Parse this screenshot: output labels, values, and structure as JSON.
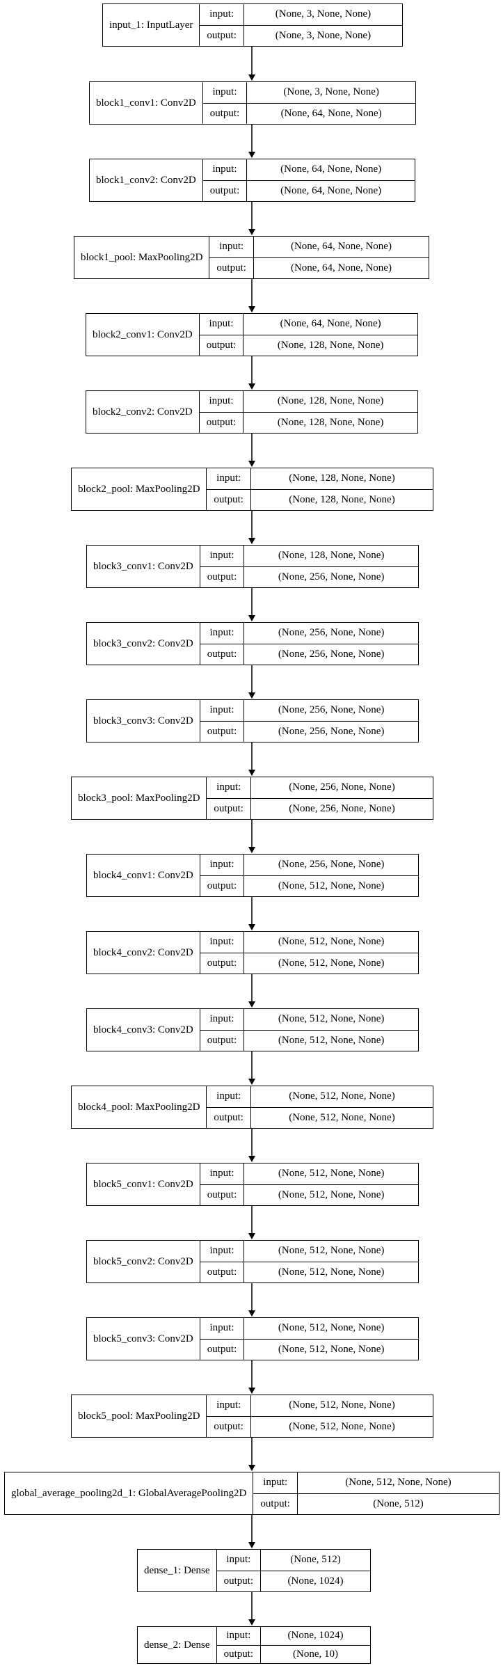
{
  "labels": {
    "input": "input:",
    "output": "output:"
  },
  "layers": [
    {
      "name": "input_1: InputLayer",
      "input": "(None, 3, None, None)",
      "output": "(None, 3, None, None)"
    },
    {
      "name": "block1_conv1: Conv2D",
      "input": "(None, 3, None, None)",
      "output": "(None, 64, None, None)"
    },
    {
      "name": "block1_conv2: Conv2D",
      "input": "(None, 64, None, None)",
      "output": "(None, 64, None, None)"
    },
    {
      "name": "block1_pool: MaxPooling2D",
      "input": "(None, 64, None, None)",
      "output": "(None, 64, None, None)"
    },
    {
      "name": "block2_conv1: Conv2D",
      "input": "(None, 64, None, None)",
      "output": "(None, 128, None, None)"
    },
    {
      "name": "block2_conv2: Conv2D",
      "input": "(None, 128, None, None)",
      "output": "(None, 128, None, None)"
    },
    {
      "name": "block2_pool: MaxPooling2D",
      "input": "(None, 128, None, None)",
      "output": "(None, 128, None, None)"
    },
    {
      "name": "block3_conv1: Conv2D",
      "input": "(None, 128, None, None)",
      "output": "(None, 256, None, None)"
    },
    {
      "name": "block3_conv2: Conv2D",
      "input": "(None, 256, None, None)",
      "output": "(None, 256, None, None)"
    },
    {
      "name": "block3_conv3: Conv2D",
      "input": "(None, 256, None, None)",
      "output": "(None, 256, None, None)"
    },
    {
      "name": "block3_pool: MaxPooling2D",
      "input": "(None, 256, None, None)",
      "output": "(None, 256, None, None)"
    },
    {
      "name": "block4_conv1: Conv2D",
      "input": "(None, 256, None, None)",
      "output": "(None, 512, None, None)"
    },
    {
      "name": "block4_conv2: Conv2D",
      "input": "(None, 512, None, None)",
      "output": "(None, 512, None, None)"
    },
    {
      "name": "block4_conv3: Conv2D",
      "input": "(None, 512, None, None)",
      "output": "(None, 512, None, None)"
    },
    {
      "name": "block4_pool: MaxPooling2D",
      "input": "(None, 512, None, None)",
      "output": "(None, 512, None, None)"
    },
    {
      "name": "block5_conv1: Conv2D",
      "input": "(None, 512, None, None)",
      "output": "(None, 512, None, None)"
    },
    {
      "name": "block5_conv2: Conv2D",
      "input": "(None, 512, None, None)",
      "output": "(None, 512, None, None)"
    },
    {
      "name": "block5_conv3: Conv2D",
      "input": "(None, 512, None, None)",
      "output": "(None, 512, None, None)"
    },
    {
      "name": "block5_pool: MaxPooling2D",
      "input": "(None, 512, None, None)",
      "output": "(None, 512, None, None)"
    },
    {
      "name": "global_average_pooling2d_1: GlobalAveragePooling2D",
      "input": "(None, 512, None, None)",
      "output": "(None, 512)"
    },
    {
      "name": "dense_1: Dense",
      "input": "(None, 512)",
      "output": "(None, 1024)"
    },
    {
      "name": "dense_2: Dense",
      "input": "(None, 1024)",
      "output": "(None, 10)"
    }
  ]
}
